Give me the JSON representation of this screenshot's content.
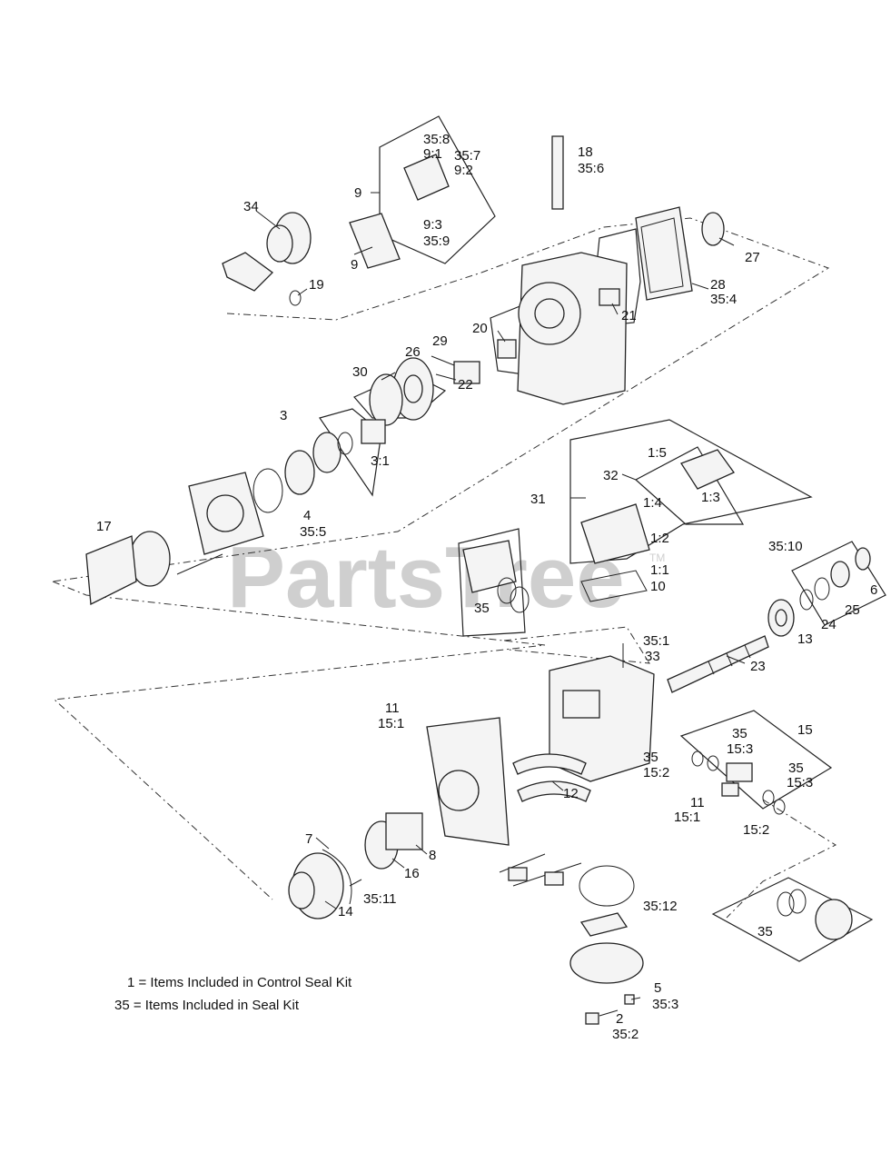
{
  "watermark": {
    "text": "PartsTree",
    "trademark": "TM"
  },
  "callouts": [
    "35:8",
    "9:1",
    "35:7",
    "9:2",
    "9:3",
    "35:9",
    "9",
    "9",
    "18",
    "35:6",
    "34",
    "19",
    "27",
    "28",
    "35:4",
    "21",
    "20",
    "29",
    "26",
    "30",
    "22",
    "3",
    "3:1",
    "4",
    "35:5",
    "17",
    "32",
    "1:5",
    "1:4",
    "1:3",
    "31",
    "1:2",
    "1:1",
    "10",
    "35",
    "35:10",
    "6",
    "25",
    "24",
    "13",
    "35:1",
    "33",
    "23",
    "11",
    "15:1",
    "15",
    "35",
    "15:3",
    "35",
    "15:2",
    "35",
    "15:3",
    "11",
    "15:1",
    "15:2",
    "12",
    "7",
    "16",
    "8",
    "35:11",
    "14",
    "35:12",
    "35",
    "5",
    "35:3",
    "2",
    "35:2"
  ],
  "legend": [
    "1 = Items Included in Control Seal Kit",
    "35 = Items Included in Seal Kit"
  ]
}
